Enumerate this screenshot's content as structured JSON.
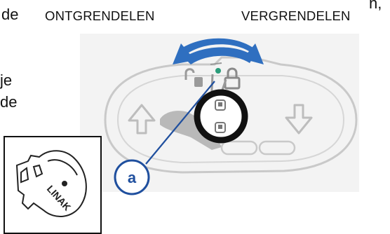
{
  "labels": {
    "unlock": "ONTGRENDELEN",
    "lock": "VERGRENDELEN",
    "callout": "a"
  },
  "fragments": [
    "n,",
    "de",
    "je",
    "de"
  ],
  "key_brand": "LINAK",
  "colors": {
    "arrow_blue": "#2f6fc0",
    "callout_blue": "#1f4f9e",
    "panel_bg": "#f2f2f2",
    "outline_gray": "#c8c8c8",
    "indicator_green": "#2a9c7a"
  }
}
